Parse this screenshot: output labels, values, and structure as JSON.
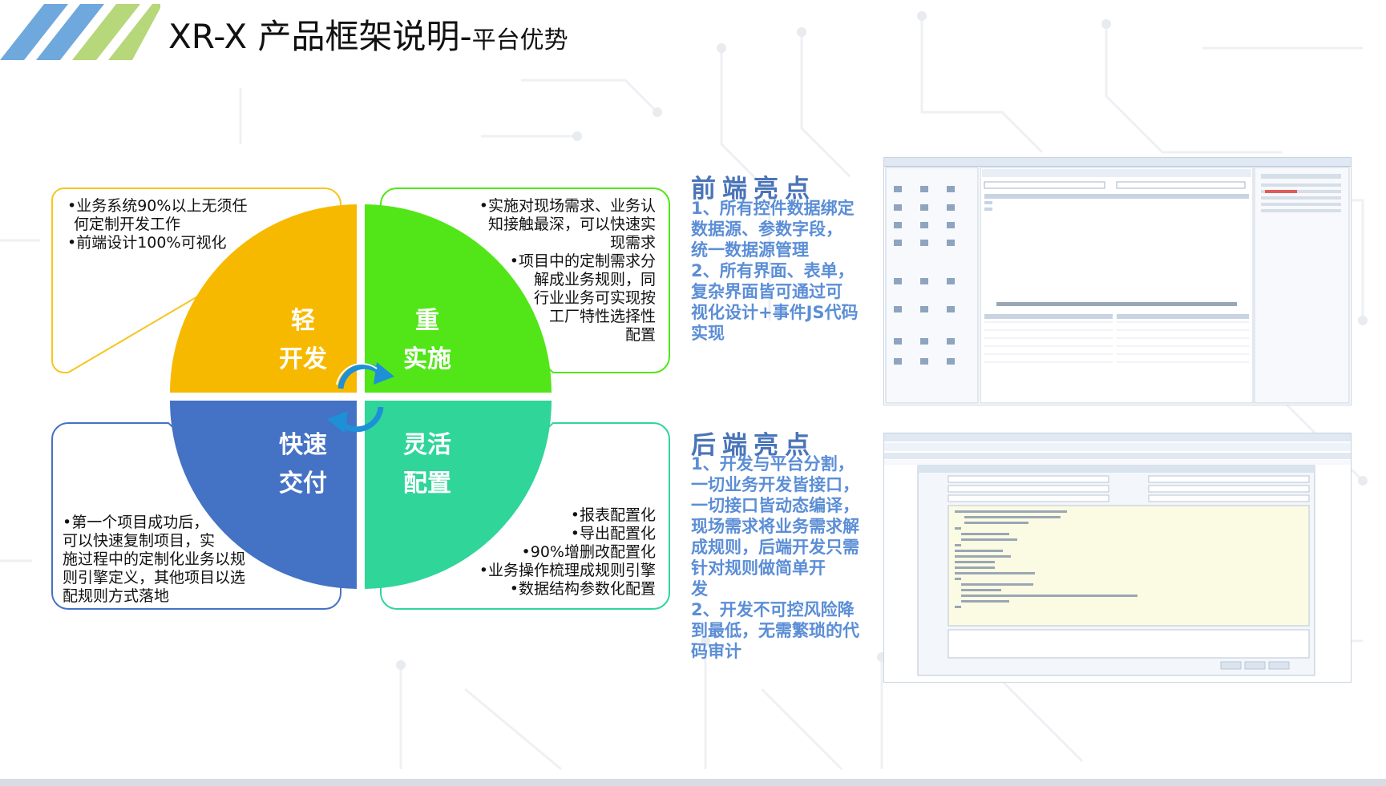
{
  "title": {
    "main": "XR-X 产品框架说明-",
    "sub": "平台优势"
  },
  "quadrants": {
    "tl_label": [
      "轻",
      "开发"
    ],
    "tr_label": [
      "重",
      "实施"
    ],
    "bl_label": [
      "快速",
      "交付"
    ],
    "br_label": [
      "灵活",
      "配置"
    ]
  },
  "text_tl": [
    "•业务系统90%以上无须任",
    "何定制开发工作",
    "•前端设计100%可视化"
  ],
  "text_tr": [
    "•实施对现场需求、业务认",
    "知接触最深，可以快速实",
    "现需求",
    "•项目中的定制需求分",
    "解成业务规则，同",
    "行业业务可实现按",
    "工厂特性选择性",
    "配置"
  ],
  "text_bl": [
    "•第一个项目成功后，",
    "可以快速复制项目，实",
    "施过程中的定制化业务以规",
    "则引擎定义，其他项目以选",
    "配规则方式落地"
  ],
  "text_br": [
    "•报表配置化",
    "•导出配置化",
    "•90%增删改配置化",
    "•业务操作梳理成规则引擎",
    "•数据结构参数化配置"
  ],
  "front": {
    "heading": "前端亮点",
    "lines": [
      "1、所有控件数据绑定",
      "数据源、参数字段，",
      "统一数据源管理",
      "2、所有界面、表单，",
      "复杂界面皆可通过可",
      "视化设计+事件JS代码",
      "实现"
    ]
  },
  "back": {
    "heading": "后端亮点",
    "lines": [
      "1、开发与平台分割，",
      "一切业务开发皆接口，",
      "一切接口皆动态编译，",
      "现场需求将业务需求解",
      "成规则，后端开发只需",
      "针对规则做简单开",
      "发",
      "2、开发不可控风险降",
      "到最低，无需繁琐的代",
      "码审计"
    ]
  },
  "colors": {
    "tl": "#f7b900",
    "tr": "#52e619",
    "bl": "#4472c4",
    "br": "#30d59a",
    "heading": "#4a74b8",
    "para": "#5b8ed6"
  },
  "screenshots": {
    "front_icon": "ui-designer-screenshot",
    "back_icon": "api-editor-screenshot"
  }
}
